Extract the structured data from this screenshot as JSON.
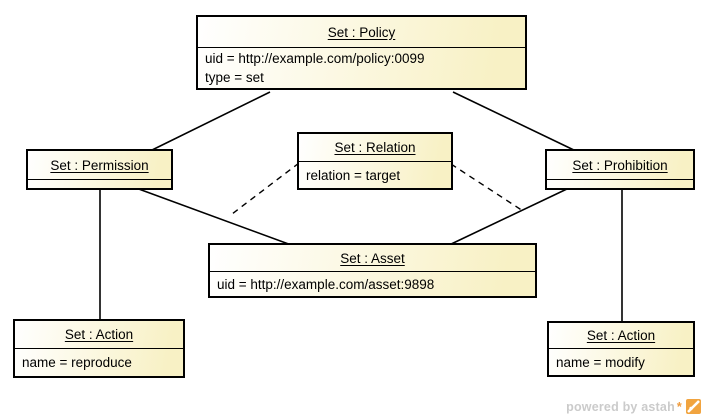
{
  "nodes": {
    "policy": {
      "title": "Set : Policy",
      "attributes": [
        "uid = http://example.com/policy:0099",
        "type = set"
      ]
    },
    "permission": {
      "title": "Set : Permission",
      "attributes": []
    },
    "relation": {
      "title": "Set : Relation",
      "attributes": [
        "relation = target"
      ]
    },
    "prohibition": {
      "title": "Set : Prohibition",
      "attributes": []
    },
    "asset": {
      "title": "Set : Asset",
      "attributes": [
        "uid = http://example.com/asset:9898"
      ]
    },
    "action_reproduce": {
      "title": "Set : Action",
      "attributes": [
        "name = reproduce"
      ]
    },
    "action_modify": {
      "title": "Set : Action",
      "attributes": [
        "name = modify"
      ]
    }
  },
  "edges": [
    {
      "from": "Set : Policy",
      "to": "Set : Permission",
      "style": "solid"
    },
    {
      "from": "Set : Policy",
      "to": "Set : Prohibition",
      "style": "solid"
    },
    {
      "from": "Set : Permission",
      "to": "Set : Asset",
      "style": "solid"
    },
    {
      "from": "Set : Prohibition",
      "to": "Set : Asset",
      "style": "solid"
    },
    {
      "from": "Set : Relation",
      "to": "Permission-Asset link",
      "style": "dashed"
    },
    {
      "from": "Set : Relation",
      "to": "Prohibition-Asset link",
      "style": "dashed"
    },
    {
      "from": "Set : Permission",
      "to": "Set : Action (reproduce)",
      "style": "solid"
    },
    {
      "from": "Set : Prohibition",
      "to": "Set : Action (modify)",
      "style": "solid"
    }
  ],
  "watermark": {
    "prefix": "powered by astah",
    "star": "*"
  },
  "colors": {
    "node_gradient_start": "#ffffff",
    "node_gradient_end": "#f8f1c5",
    "node_border": "#000000",
    "edge_color": "#000000",
    "watermark_text": "#cbcbcb",
    "watermark_accent": "#ef9b3d"
  }
}
